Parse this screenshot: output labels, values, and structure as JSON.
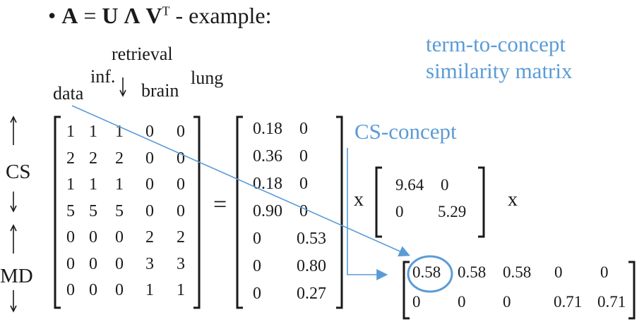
{
  "heading": {
    "bullet": "•",
    "A": "A",
    "eq": "=",
    "U": "U",
    "Lambda": "Λ",
    "V": "V",
    "sup": "T",
    "rest": "- example:"
  },
  "annotations": {
    "term_concept_line1": "term-to-concept",
    "term_concept_line2": "similarity matrix",
    "cs_concept": "CS-concept"
  },
  "columns": [
    "data",
    "inf.",
    "retrieval",
    "brain",
    "lung"
  ],
  "row_groups": {
    "cs": "CS",
    "md": "MD"
  },
  "matrix_A": [
    [
      "1",
      "1",
      "1",
      "0",
      "0"
    ],
    [
      "2",
      "2",
      "2",
      "0",
      "0"
    ],
    [
      "1",
      "1",
      "1",
      "0",
      "0"
    ],
    [
      "5",
      "5",
      "5",
      "0",
      "0"
    ],
    [
      "0",
      "0",
      "0",
      "2",
      "2"
    ],
    [
      "0",
      "0",
      "0",
      "3",
      "3"
    ],
    [
      "0",
      "0",
      "0",
      "1",
      "1"
    ]
  ],
  "equals": "=",
  "matrix_U": [
    [
      "0.18",
      "0"
    ],
    [
      "0.36",
      "0"
    ],
    [
      "0.18",
      "0"
    ],
    [
      "0.90",
      "0"
    ],
    [
      "0",
      "0.53"
    ],
    [
      "0",
      "0.80"
    ],
    [
      "0",
      "0.27"
    ]
  ],
  "times": "x",
  "matrix_Lambda": [
    [
      "9.64",
      "0"
    ],
    [
      "0",
      "5.29"
    ]
  ],
  "matrix_VT": [
    [
      "0.58",
      "0.58",
      "0.58",
      "0",
      "0"
    ],
    [
      "0",
      "0",
      "0",
      "0.71",
      "0.71"
    ]
  ],
  "colors": {
    "accent": "#5b9bd5",
    "text": "#1a1a1a"
  }
}
